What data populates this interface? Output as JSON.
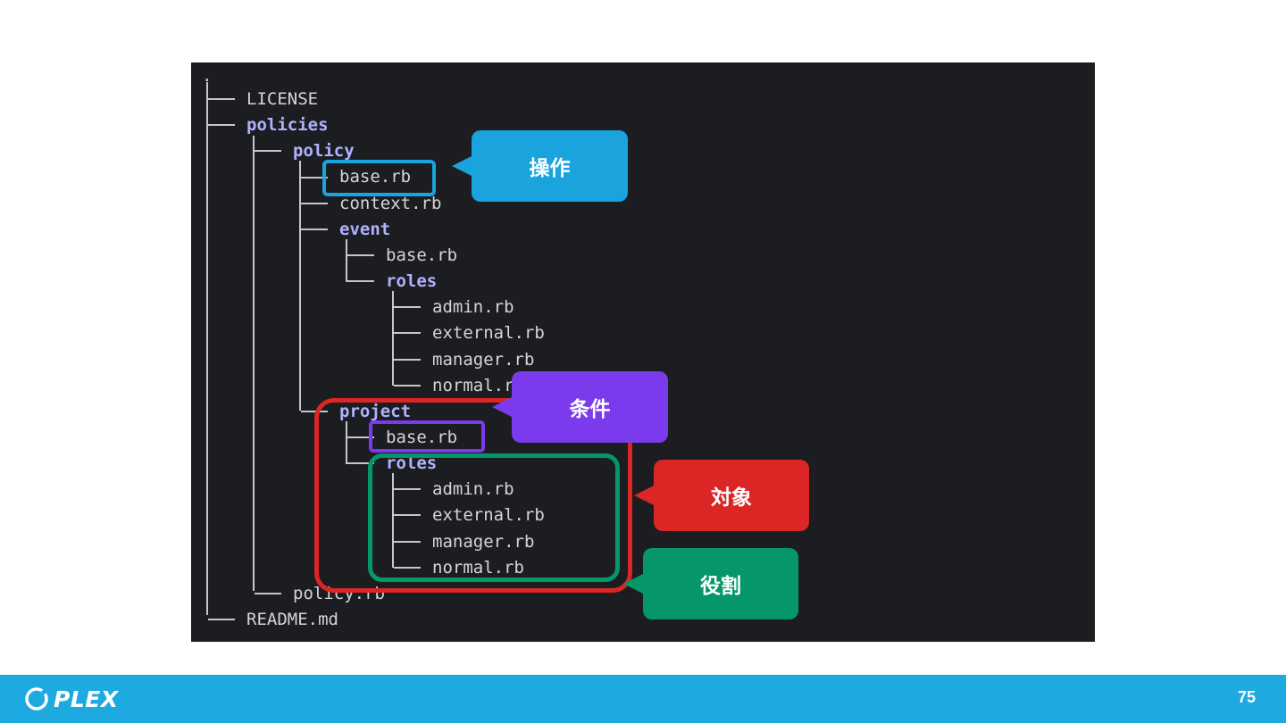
{
  "tree": {
    "root": ".",
    "nodes": [
      {
        "id": "license",
        "label": "LICENSE",
        "type": "file"
      },
      {
        "id": "policies",
        "label": "policies",
        "type": "dir"
      },
      {
        "id": "policy",
        "label": "policy",
        "type": "dir"
      },
      {
        "id": "policy-base",
        "label": "base.rb",
        "type": "file"
      },
      {
        "id": "policy-context",
        "label": "context.rb",
        "type": "file"
      },
      {
        "id": "event",
        "label": "event",
        "type": "dir"
      },
      {
        "id": "event-base",
        "label": "base.rb",
        "type": "file"
      },
      {
        "id": "event-roles",
        "label": "roles",
        "type": "dir"
      },
      {
        "id": "event-roles-admin",
        "label": "admin.rb",
        "type": "file"
      },
      {
        "id": "event-roles-external",
        "label": "external.rb",
        "type": "file"
      },
      {
        "id": "event-roles-manager",
        "label": "manager.rb",
        "type": "file"
      },
      {
        "id": "event-roles-normal",
        "label": "normal.rb",
        "type": "file"
      },
      {
        "id": "project",
        "label": "project",
        "type": "dir"
      },
      {
        "id": "project-base",
        "label": "base.rb",
        "type": "file"
      },
      {
        "id": "project-roles",
        "label": "roles",
        "type": "dir"
      },
      {
        "id": "project-roles-admin",
        "label": "admin.rb",
        "type": "file"
      },
      {
        "id": "project-roles-external",
        "label": "external.rb",
        "type": "file"
      },
      {
        "id": "project-roles-manager",
        "label": "manager.rb",
        "type": "file"
      },
      {
        "id": "project-roles-normal",
        "label": "normal.rb",
        "type": "file"
      },
      {
        "id": "policy-rb",
        "label": "policy.rb",
        "type": "file"
      },
      {
        "id": "readme",
        "label": "README.md",
        "type": "file"
      }
    ]
  },
  "callouts": {
    "operation": {
      "label": "操作",
      "color": "#1ba3dd"
    },
    "condition": {
      "label": "条件",
      "color": "#7c3aed"
    },
    "target": {
      "label": "対象",
      "color": "#dc2626"
    },
    "role": {
      "label": "役割",
      "color": "#059669"
    }
  },
  "footer": {
    "brand": "PLEX",
    "page_number": "75",
    "bar_color": "#1ea9e1"
  }
}
